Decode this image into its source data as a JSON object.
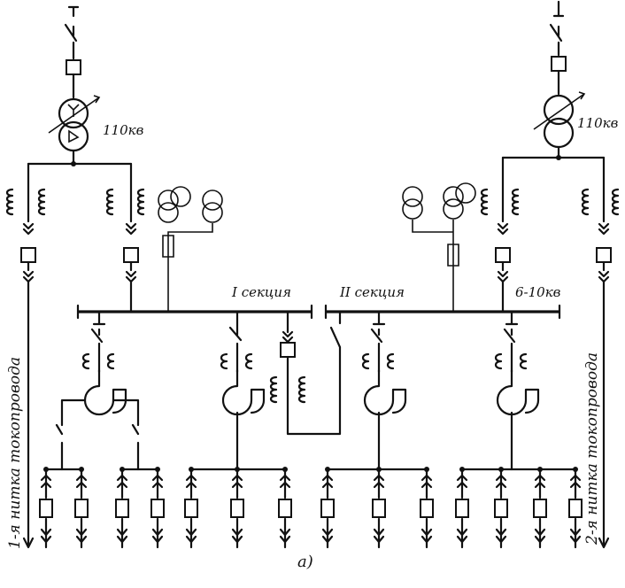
{
  "labels": {
    "voltage_left": "110кв",
    "voltage_right": "110кв",
    "section_1": "I секция",
    "section_2": "II секция",
    "bus_voltage": "6-10кв",
    "feeder_left": "1-я нитка токопровода",
    "feeder_right": "2-я нитка токопровода",
    "caption": "а)"
  }
}
